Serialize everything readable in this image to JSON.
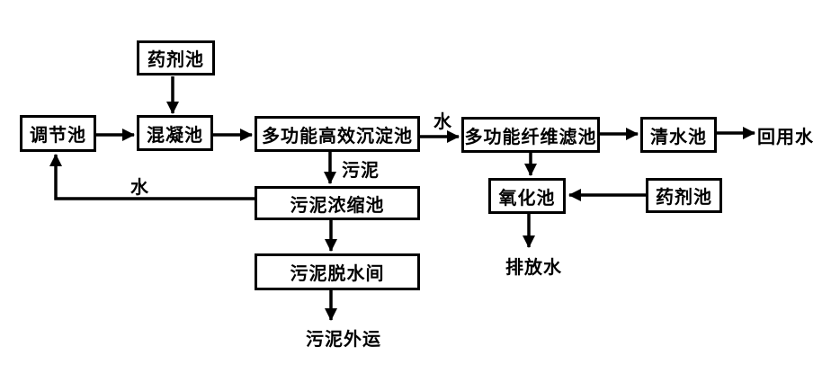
{
  "diagram": {
    "title": "water-treatment-process-flowchart",
    "colors": {
      "background": "#ffffff",
      "line": "#000000",
      "text": "#000000"
    },
    "nodes": {
      "chem_top": {
        "label": "药剂池"
      },
      "regulation": {
        "label": "调节池"
      },
      "coagulation": {
        "label": "混凝池"
      },
      "sedimentation": {
        "label": "多功能高效沉淀池"
      },
      "fiber_filter": {
        "label": "多功能纤维滤池"
      },
      "clean_water": {
        "label": "清水池"
      },
      "sludge_thickening": {
        "label": "污泥浓缩池"
      },
      "sludge_dewatering": {
        "label": "污泥脱水间"
      },
      "oxidation": {
        "label": "氧化池"
      },
      "chem_right": {
        "label": "药剂池"
      }
    },
    "edge_labels": {
      "water_top": "水",
      "sludge": "污泥",
      "water_return": "水",
      "reuse_water": "回用水",
      "discharge": "排放水",
      "sludge_out": "污泥外运"
    }
  }
}
